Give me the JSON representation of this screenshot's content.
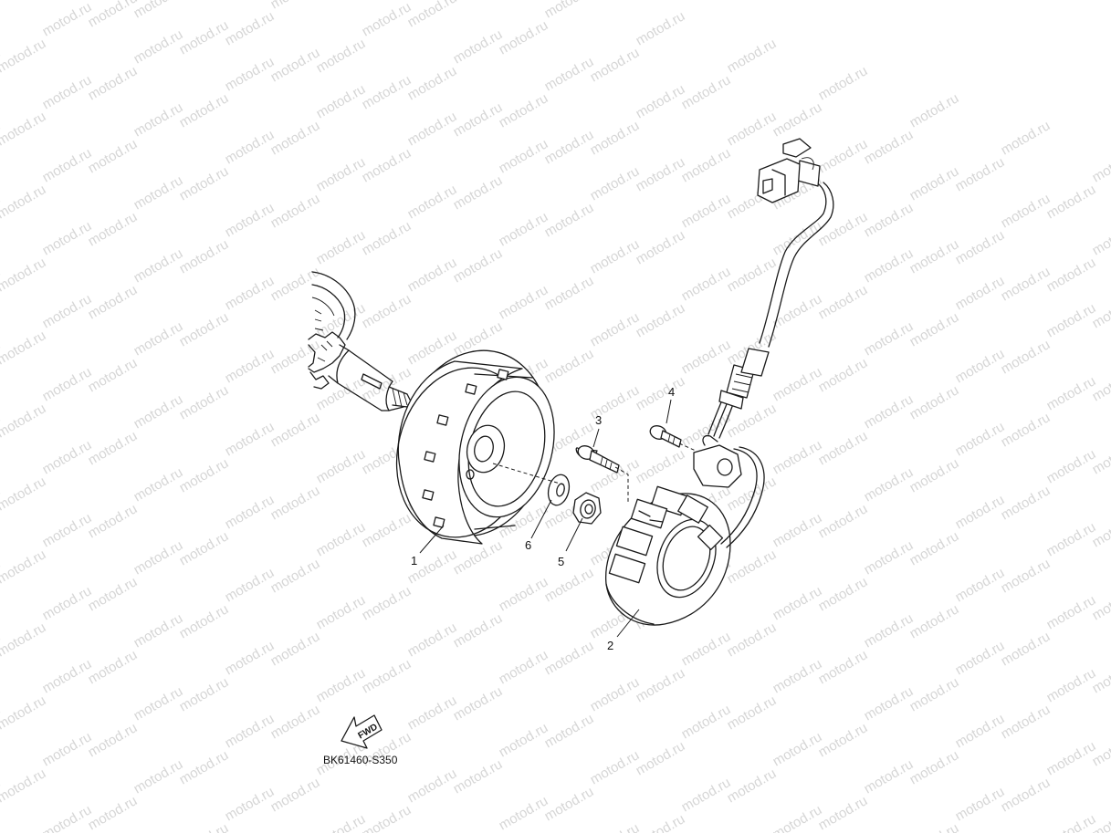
{
  "watermark": {
    "text": "motod.ru"
  },
  "callouts": [
    {
      "id": "1",
      "label": "1"
    },
    {
      "id": "2",
      "label": "2"
    },
    {
      "id": "3",
      "label": "3"
    },
    {
      "id": "4",
      "label": "4"
    },
    {
      "id": "5",
      "label": "5"
    },
    {
      "id": "6",
      "label": "6"
    }
  ],
  "fwd_marker": {
    "label": "FWD"
  },
  "reference_code": "BK61460-S350"
}
